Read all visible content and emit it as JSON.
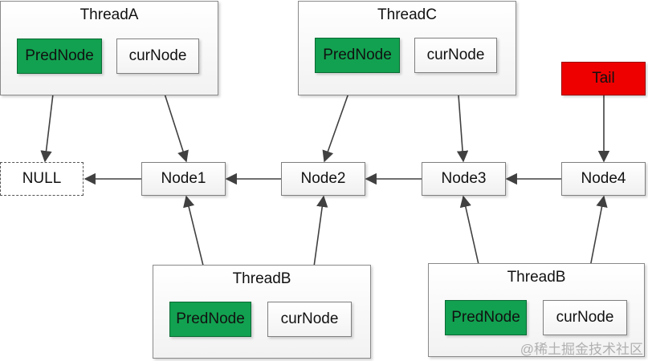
{
  "threads": {
    "a": {
      "title": "ThreadA",
      "pred": "PredNode",
      "cur": "curNode"
    },
    "c": {
      "title": "ThreadC",
      "pred": "PredNode",
      "cur": "curNode"
    },
    "b1": {
      "title": "ThreadB",
      "pred": "PredNode",
      "cur": "curNode"
    },
    "b2": {
      "title": "ThreadB",
      "pred": "PredNode",
      "cur": "curNode"
    }
  },
  "queue": {
    "null_label": "NULL",
    "nodes": [
      "Node1",
      "Node2",
      "Node3",
      "Node4"
    ],
    "tail_label": "Tail"
  },
  "watermark": "@稀土掘金技术社区",
  "colors": {
    "pred": "#12a150",
    "tail": "#ee0000",
    "arrow": "#404040"
  }
}
